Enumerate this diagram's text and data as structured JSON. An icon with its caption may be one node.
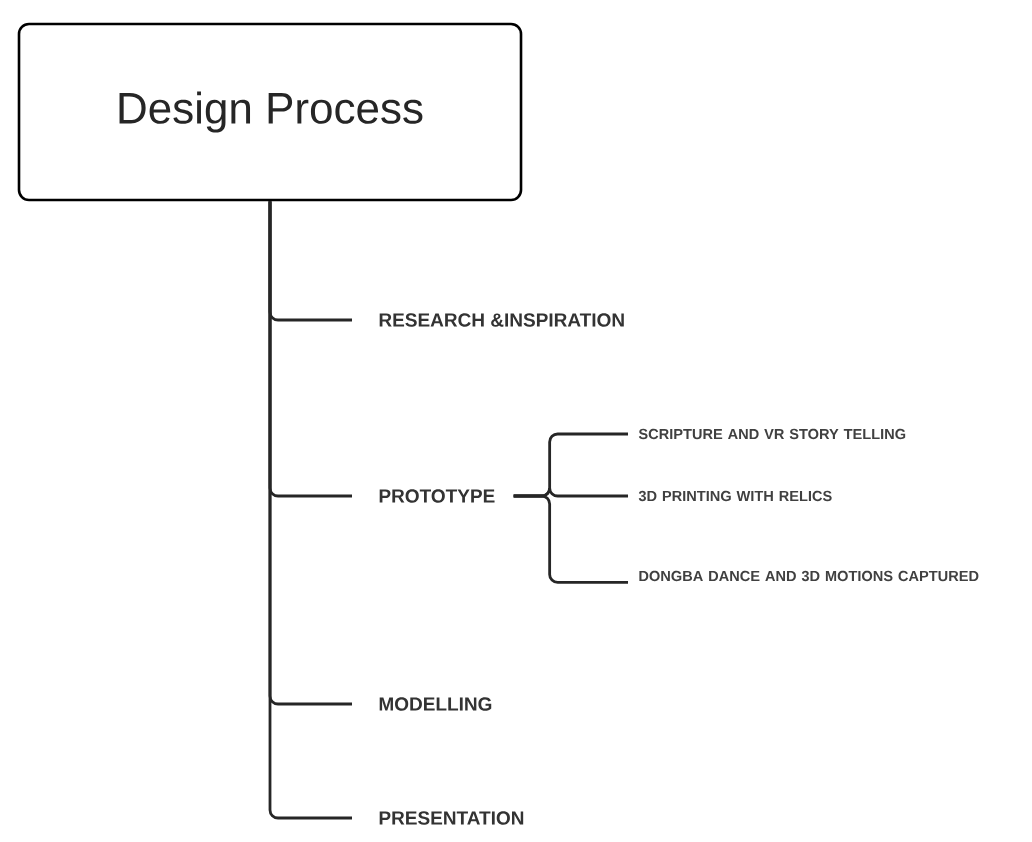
{
  "diagram": {
    "nodes": [
      {
        "text": [
          "Design Process"
        ]
      },
      {
        "text": [
          "RESEARCH &INSPIRATION"
        ]
      },
      {
        "text": [
          "PROTOTYPE"
        ]
      },
      {
        "text": [
          "SCRIPTURE AND VR STORY TELLING"
        ]
      },
      {
        "text": [
          "3D PRINTING WITH RELICS"
        ]
      },
      {
        "text": [
          "DONGBA DANCE AND 3D MOTIONS CAPTURED"
        ]
      },
      {
        "text": [
          "MODELLING"
        ]
      },
      {
        "text": [
          "PRESENTATION"
        ]
      }
    ],
    "edges": [
      {
        "from": 0,
        "to": 1,
        "arrow": "none"
      },
      {
        "from": 0,
        "to": 2,
        "arrow": "none"
      },
      {
        "from": 2,
        "to": 3,
        "arrow": "none"
      },
      {
        "from": 2,
        "to": 4,
        "arrow": "none"
      },
      {
        "from": 2,
        "to": 5,
        "arrow": "none"
      },
      {
        "from": 0,
        "to": 6,
        "arrow": "none"
      },
      {
        "from": 0,
        "to": 7,
        "arrow": "none"
      }
    ]
  }
}
